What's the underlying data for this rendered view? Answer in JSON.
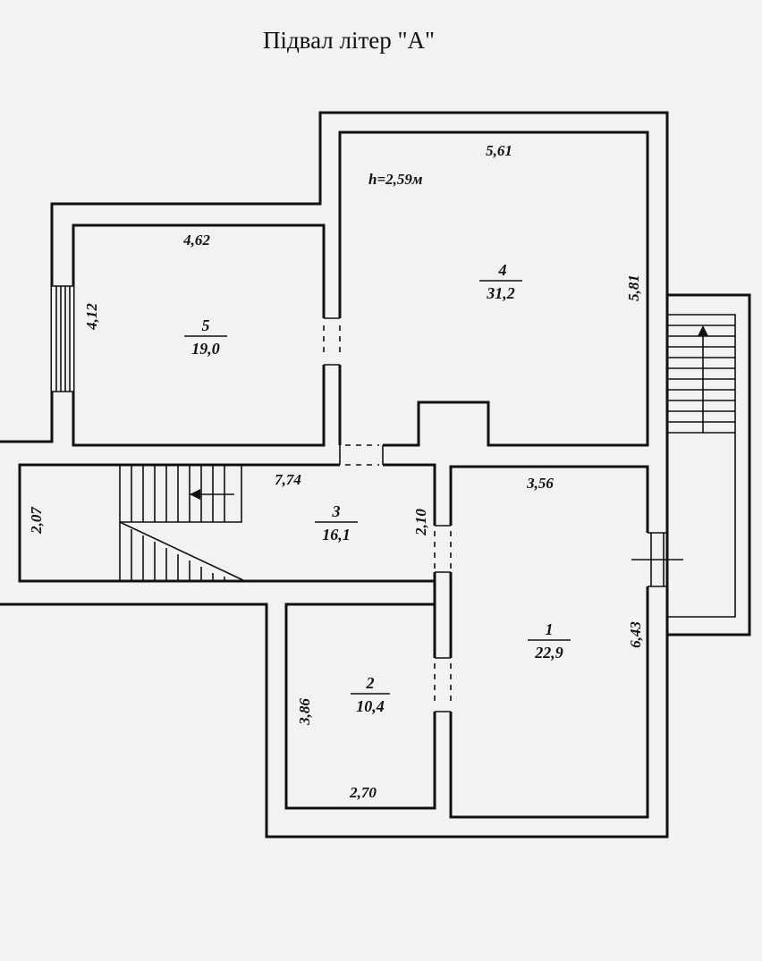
{
  "title": "Підвал літер \"А\"",
  "height_label": "h=2,59м",
  "rooms": [
    {
      "id": "1",
      "number": "1",
      "area": "22,9",
      "dims": [
        "3,56",
        "6,43"
      ]
    },
    {
      "id": "2",
      "number": "2",
      "area": "10,4",
      "dims": [
        "2,70",
        "3,86"
      ]
    },
    {
      "id": "3",
      "number": "3",
      "area": "16,1",
      "dims": [
        "7,74",
        "2,07",
        "2,10"
      ]
    },
    {
      "id": "4",
      "number": "4",
      "area": "31,2",
      "dims": [
        "5,61",
        "5,81"
      ]
    },
    {
      "id": "5",
      "number": "5",
      "area": "19,0",
      "dims": [
        "4,62",
        "4,12"
      ]
    }
  ],
  "colors": {
    "background": "#f1f2f2",
    "lines": "#111111"
  }
}
